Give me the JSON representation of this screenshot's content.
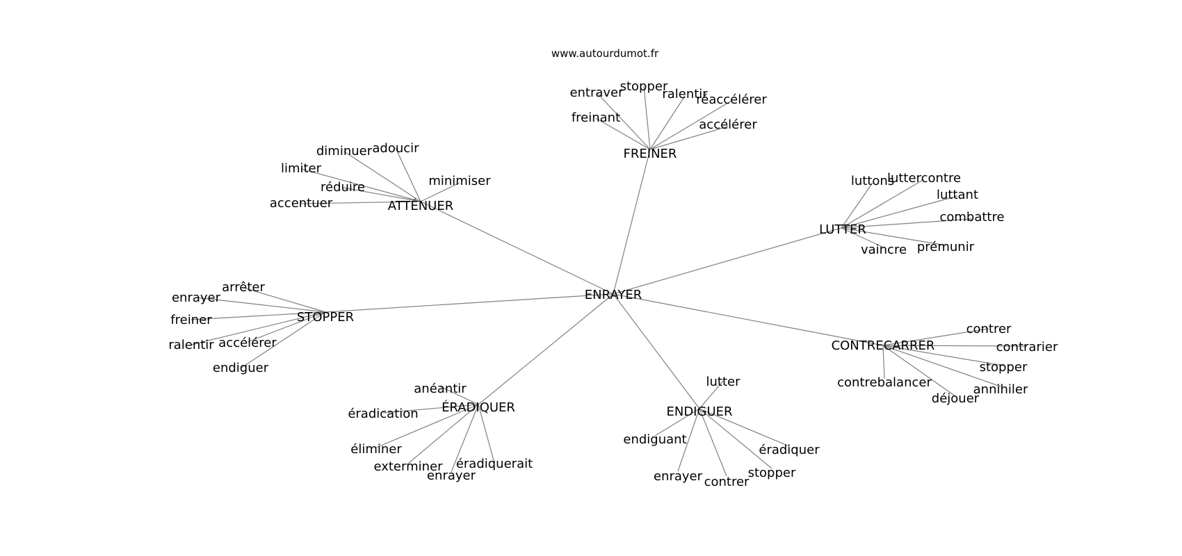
{
  "watermark": "www.autourdumot.fr",
  "colors": {
    "edge": "#808080",
    "text": "#000000",
    "background": "#ffffff"
  },
  "center": "ENRAYER",
  "groups": [
    {
      "hub": "FREINER",
      "words": [
        "entraver",
        "stopper",
        "ralentir",
        "réaccélérer",
        "freinant",
        "accélérer"
      ]
    },
    {
      "hub": "ATTÉNUER",
      "words": [
        "diminuer",
        "adoucir",
        "limiter",
        "réduire",
        "minimiser",
        "accentuer"
      ]
    },
    {
      "hub": "LUTTER",
      "words": [
        "luttons",
        "luttercontre",
        "luttant",
        "combattre",
        "vaincre",
        "prémunir"
      ]
    },
    {
      "hub": "STOPPER",
      "words": [
        "arrêter",
        "enrayer",
        "freiner",
        "accélérer",
        "ralentir",
        "endiguer"
      ]
    },
    {
      "hub": "CONTRECARRER",
      "words": [
        "contrer",
        "contrarier",
        "stopper",
        "annihiler",
        "contrebalancer",
        "déjouer"
      ]
    },
    {
      "hub": "ÉRADIQUER",
      "words": [
        "anéantir",
        "éradication",
        "éliminer",
        "exterminer",
        "éradiquerait",
        "enrayer"
      ]
    },
    {
      "hub": "ENDIGUER",
      "words": [
        "lutter",
        "endiguant",
        "éradiquer",
        "stopper",
        "enrayer",
        "contrer"
      ]
    }
  ]
}
